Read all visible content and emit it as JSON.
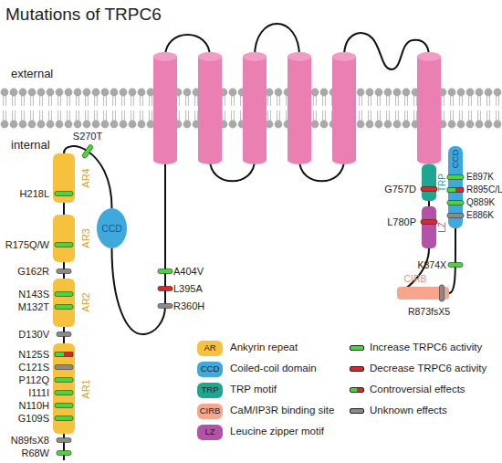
{
  "diagram": {
    "title": "Mutations of TRPC6",
    "nodes": [
      {
        "text": [
          "AR4"
        ]
      },
      {
        "text": [
          "AR3"
        ]
      },
      {
        "text": [
          "AR2"
        ]
      },
      {
        "text": [
          "AR1"
        ]
      },
      {
        "text": [
          "CCD"
        ]
      },
      {
        "text": [
          "TRP"
        ]
      },
      {
        "text": [
          "LZ"
        ]
      },
      {
        "text": [
          "CIRB"
        ]
      },
      {
        "text": [
          "CCD"
        ]
      }
    ],
    "edges": [
      {
        "from": 3,
        "to": 2,
        "arrow": "none"
      },
      {
        "from": 2,
        "to": 1,
        "arrow": "none"
      },
      {
        "from": 1,
        "to": 0,
        "arrow": "none"
      },
      {
        "from": 0,
        "to": 4,
        "arrow": "none"
      },
      {
        "from": 5,
        "to": 6,
        "arrow": "none"
      },
      {
        "from": 6,
        "to": 7,
        "arrow": "none"
      },
      {
        "from": 7,
        "to": 8,
        "arrow": "none"
      }
    ],
    "labels": [
      "external",
      "internal",
      "S270T",
      "H218L",
      "R175Q/W",
      "G162R",
      "N143S",
      "M132T",
      "D130V",
      "N125S",
      "C121S",
      "P112Q",
      "I111I",
      "N110H",
      "G109S",
      "N89fsX8",
      "R68W",
      "A404V",
      "L395A",
      "R360H",
      "G757D",
      "L780P",
      "E897K",
      "R895C/L",
      "Q889K",
      "E886K",
      "K874X",
      "R873fsX5",
      "AR",
      "CCD",
      "TRP",
      "CIRB",
      "LZ"
    ],
    "legend": [
      {
        "text": "Ankyrin repeat",
        "color": "#f6c23e"
      },
      {
        "text": "Coiled-coil domain",
        "color": "#3fa9dd"
      },
      {
        "text": "TRP motif",
        "color": "#1fa690"
      },
      {
        "text": "CaM/IP3R binding site",
        "color": "#f7a58c"
      },
      {
        "text": "Leucine zipper motif",
        "color": "#b352a6"
      },
      {
        "text": "Increase TRPC6 activity",
        "color": "#4cd43c"
      },
      {
        "text": "Decrease TRPC6 activity",
        "color": "#d42a2a"
      },
      {
        "text": "Controversial effects"
      },
      {
        "text": "Unknown effects",
        "color": "#8a8a8a"
      }
    ]
  }
}
